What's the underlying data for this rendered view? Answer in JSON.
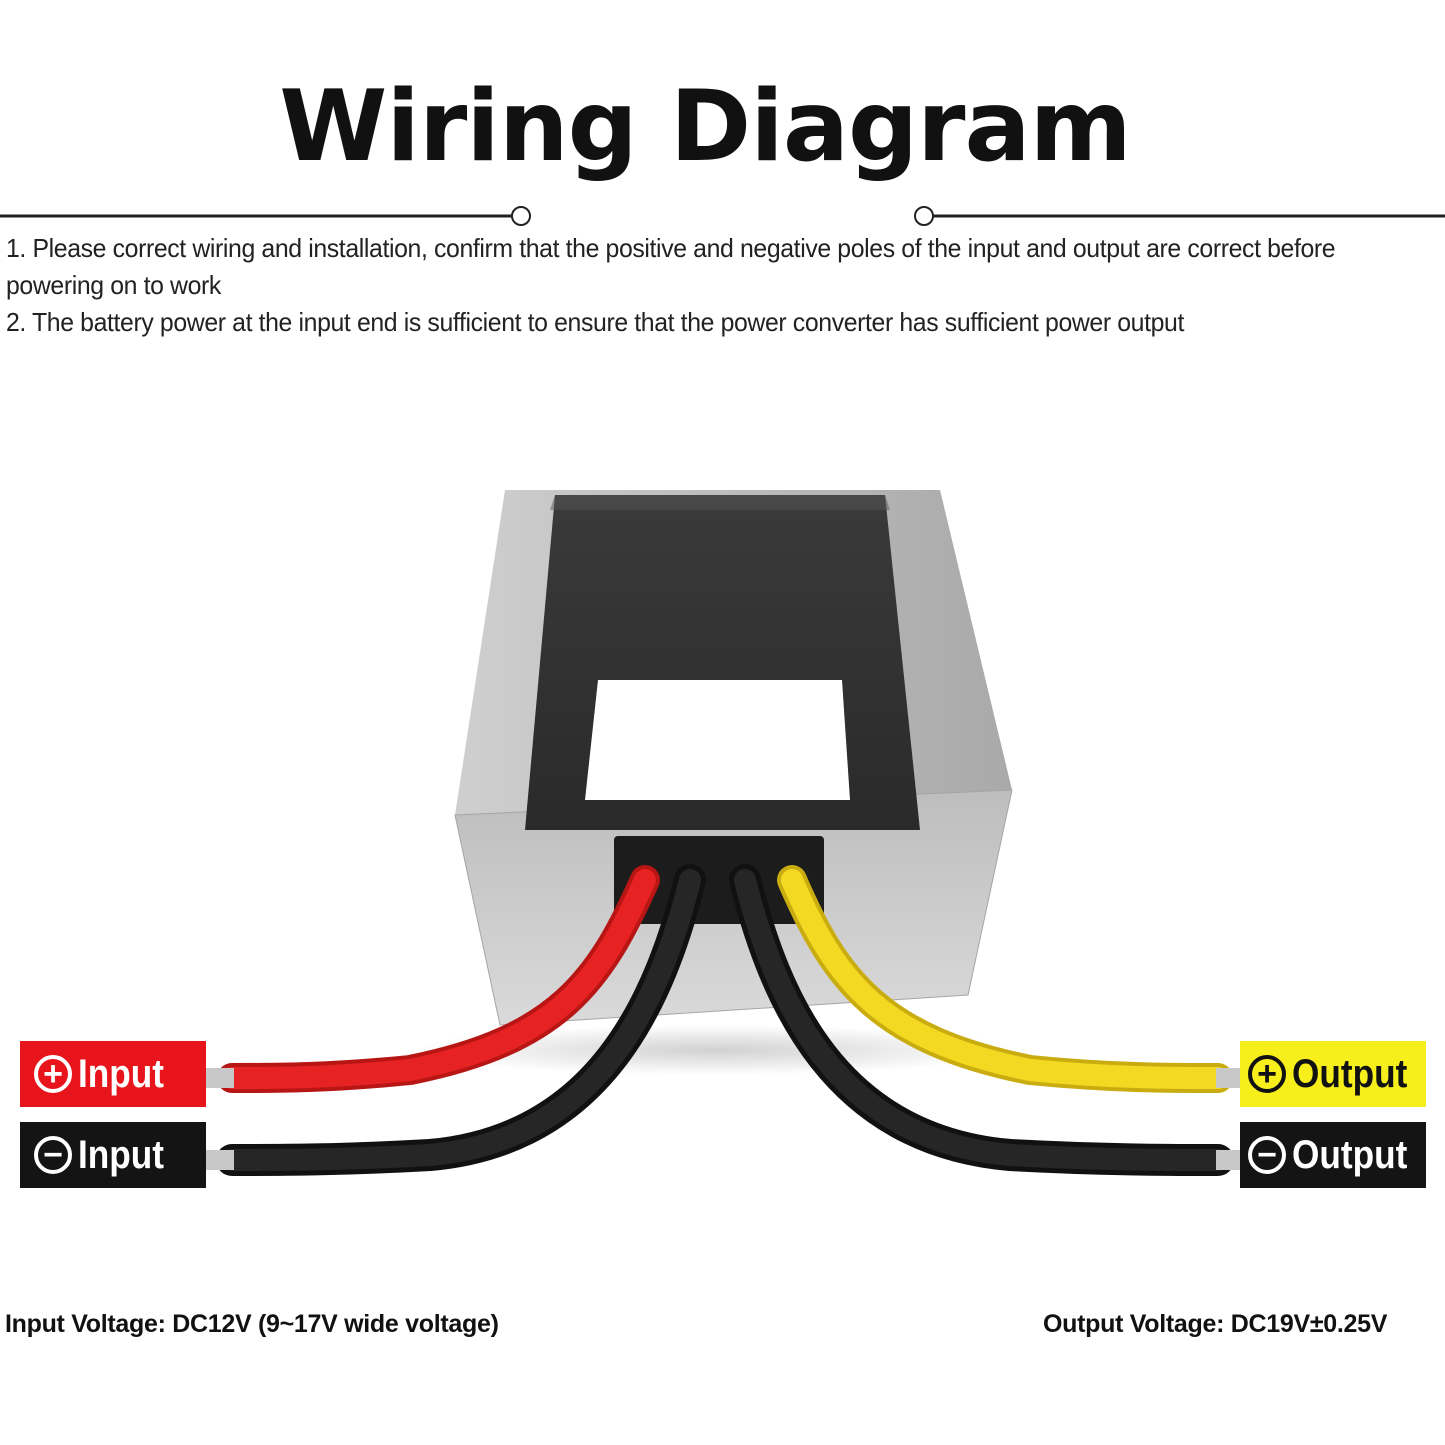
{
  "title": "Wiring Diagram",
  "notes": [
    "1. Please correct wiring and installation, confirm that the positive and negative poles of the input and output are correct before powering on to work",
    "2. The battery power at the input end is sufficient to ensure that the power converter has sufficient power output"
  ],
  "labels": {
    "input_positive": {
      "symbol": "+",
      "text": "Input"
    },
    "input_negative": {
      "symbol": "−",
      "text": "Input"
    },
    "output_positive": {
      "symbol": "+",
      "text": "Output"
    },
    "output_negative": {
      "symbol": "−",
      "text": "Output"
    }
  },
  "specs": {
    "input": "Input Voltage: DC12V (9~17V wide voltage)",
    "output": "Output Voltage: DC19V±0.25V"
  },
  "colors": {
    "input_positive_wire": "#e41c1c",
    "input_negative_wire": "#1a1a1a",
    "output_positive_wire": "#f2d81a",
    "output_negative_wire": "#1a1a1a",
    "housing": "#b9b9b9"
  }
}
